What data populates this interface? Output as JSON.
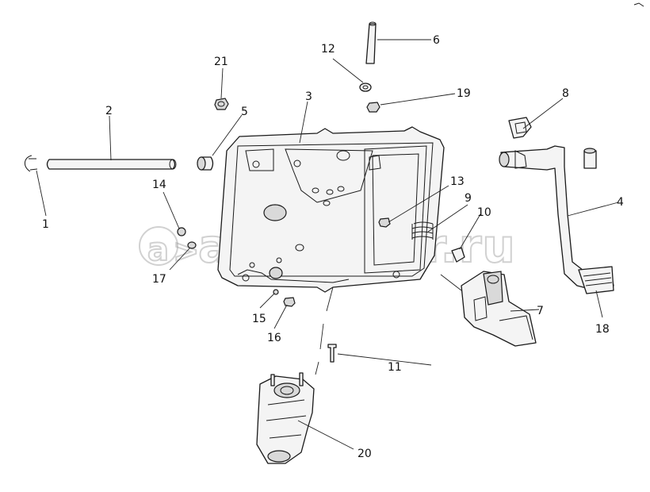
{
  "watermark": {
    "text": "autopiter.ru"
  },
  "callouts": {
    "c1": "1",
    "c2": "2",
    "c3": "3",
    "c4": "4",
    "c5": "5",
    "c6": "6",
    "c7": "7",
    "c8": "8",
    "c9": "9",
    "c10": "10",
    "c11": "11",
    "c12": "12",
    "c13": "13",
    "c14": "14",
    "c15": "15",
    "c16": "16",
    "c17": "17",
    "c18": "18",
    "c19": "19",
    "c20": "20",
    "c21": "21"
  }
}
